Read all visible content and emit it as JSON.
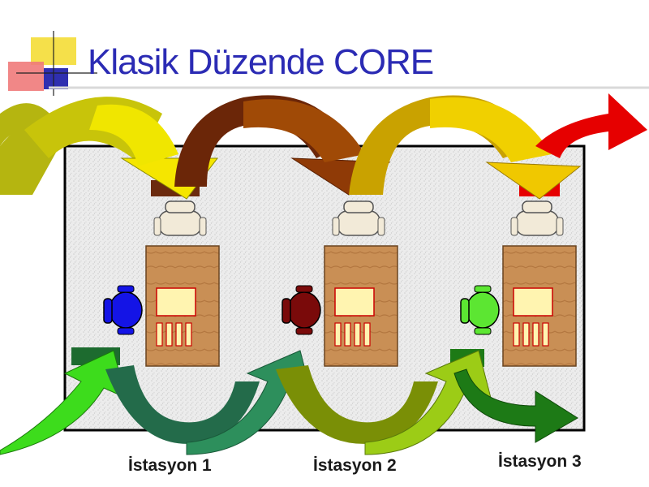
{
  "slide": {
    "title": "Klasik Düzende CORE"
  },
  "stations": [
    {
      "label": "İstasyon 1",
      "operator_color": "#1414e6"
    },
    {
      "label": "İstasyon 2",
      "operator_color": "#7a0a0a"
    },
    {
      "label": "İstasyon 3",
      "operator_color": "#5ce632"
    }
  ],
  "colors": {
    "title": "#2b2bb4",
    "floor": "#e8e8e8",
    "desk": "#c98f55",
    "input_arrows": [
      "#b5b510",
      "#7a2a08",
      "#a04a06",
      "#f0d000",
      "#e60000"
    ],
    "output_arrows": [
      "#3ddc1c",
      "#236b4a",
      "#2d8f5c",
      "#7a8f06",
      "#9ccc16",
      "#1d7a16"
    ]
  }
}
